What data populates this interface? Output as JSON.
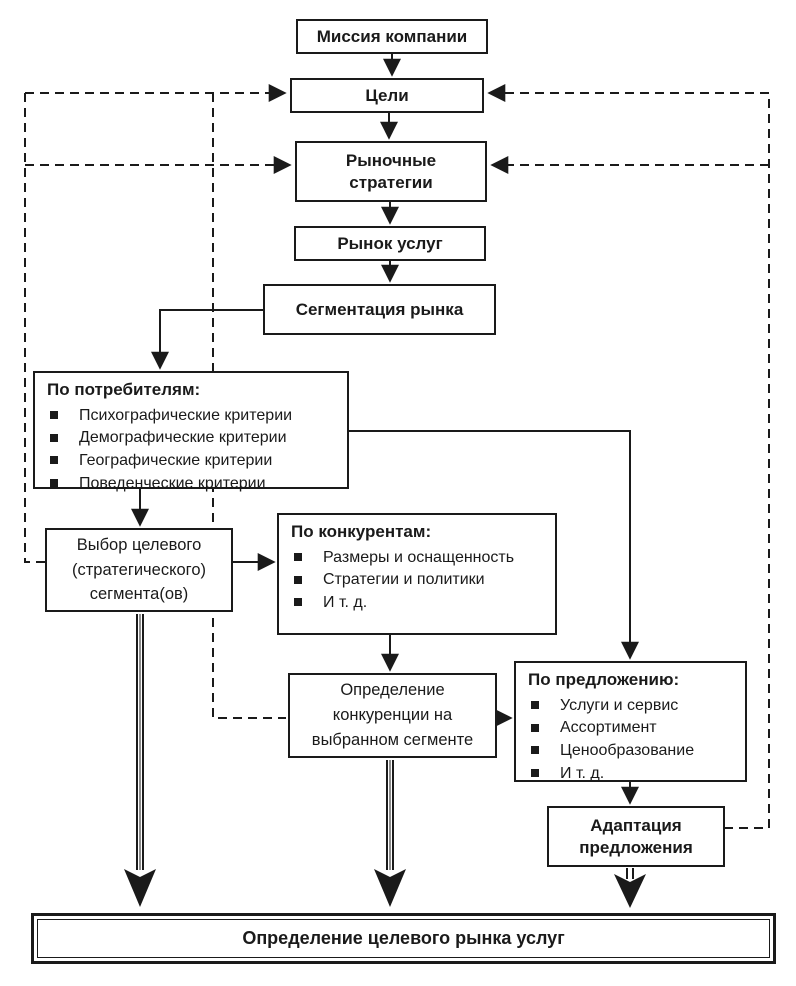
{
  "diagram": {
    "nodes": {
      "mission": "Миссия компании",
      "goals": "Цели",
      "strategies": "Рыночные стратегии",
      "services_market": "Рынок услуг",
      "segmentation": "Сегментация рынка",
      "by_consumers": {
        "title": "По потребителям:",
        "items": [
          "Психографические критерии",
          "Демографические критерии",
          "Географические критерии",
          "Поведенческие критерии"
        ]
      },
      "target_segment": "Выбор целевого (стратегического) сегмента(ов)",
      "by_competitors": {
        "title": "По конкурентам:",
        "items": [
          "Размеры и оснащенность",
          "Стратегии и политики",
          "И т. д."
        ]
      },
      "competition": "Определение конкуренции на выбранном сегменте",
      "by_offer": {
        "title": "По предложению:",
        "items": [
          "Услуги и сервис",
          "Ассортимент",
          "Ценообразование",
          "И т. д."
        ]
      },
      "adaptation": "Адаптация предложения",
      "target_market": "Определение целевого рынка услуг"
    },
    "colors": {
      "line": "#1a1a1a",
      "box_fill": "#ffffff",
      "background": "#ffffff",
      "text": "#1a1a1a"
    }
  }
}
